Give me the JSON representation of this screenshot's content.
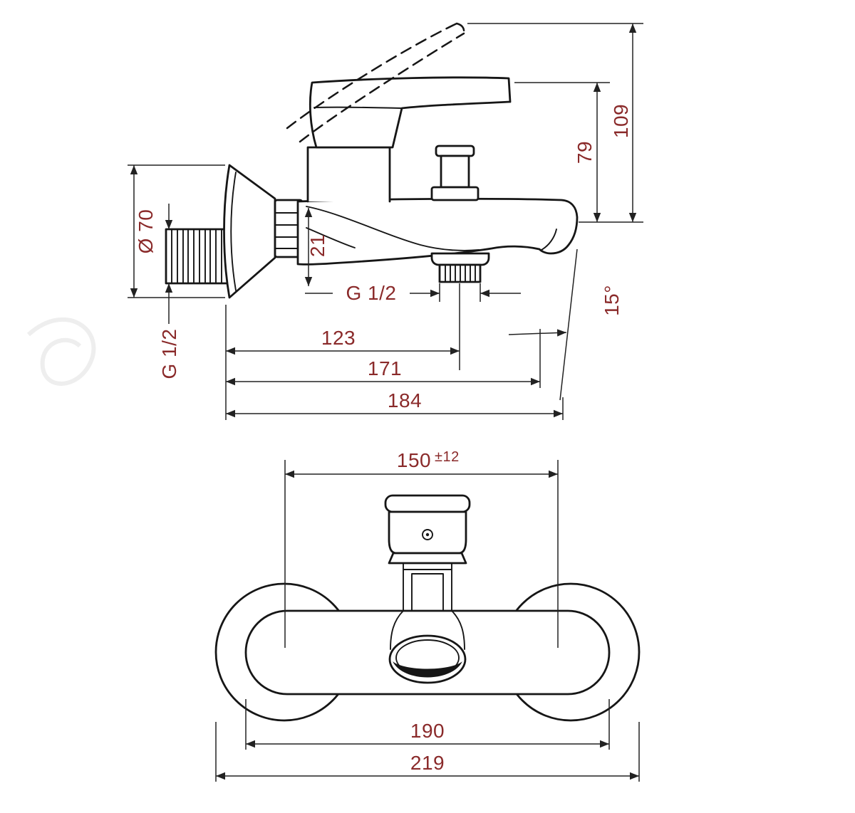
{
  "colors": {
    "dim_text": "#8a2a2a",
    "line": "#161616"
  },
  "side_view": {
    "dims": {
      "d109": "109",
      "d79": "79",
      "d21": "21",
      "dia70": "Ø 70",
      "g12_wall": "G 1/2",
      "g12_spout": "G 1/2",
      "d123": "123",
      "d171": "171",
      "d184": "184",
      "angle15": "15°"
    }
  },
  "front_view": {
    "dims": {
      "d150": "150",
      "d150_tol": "±12",
      "d190": "190",
      "d219": "219"
    }
  }
}
